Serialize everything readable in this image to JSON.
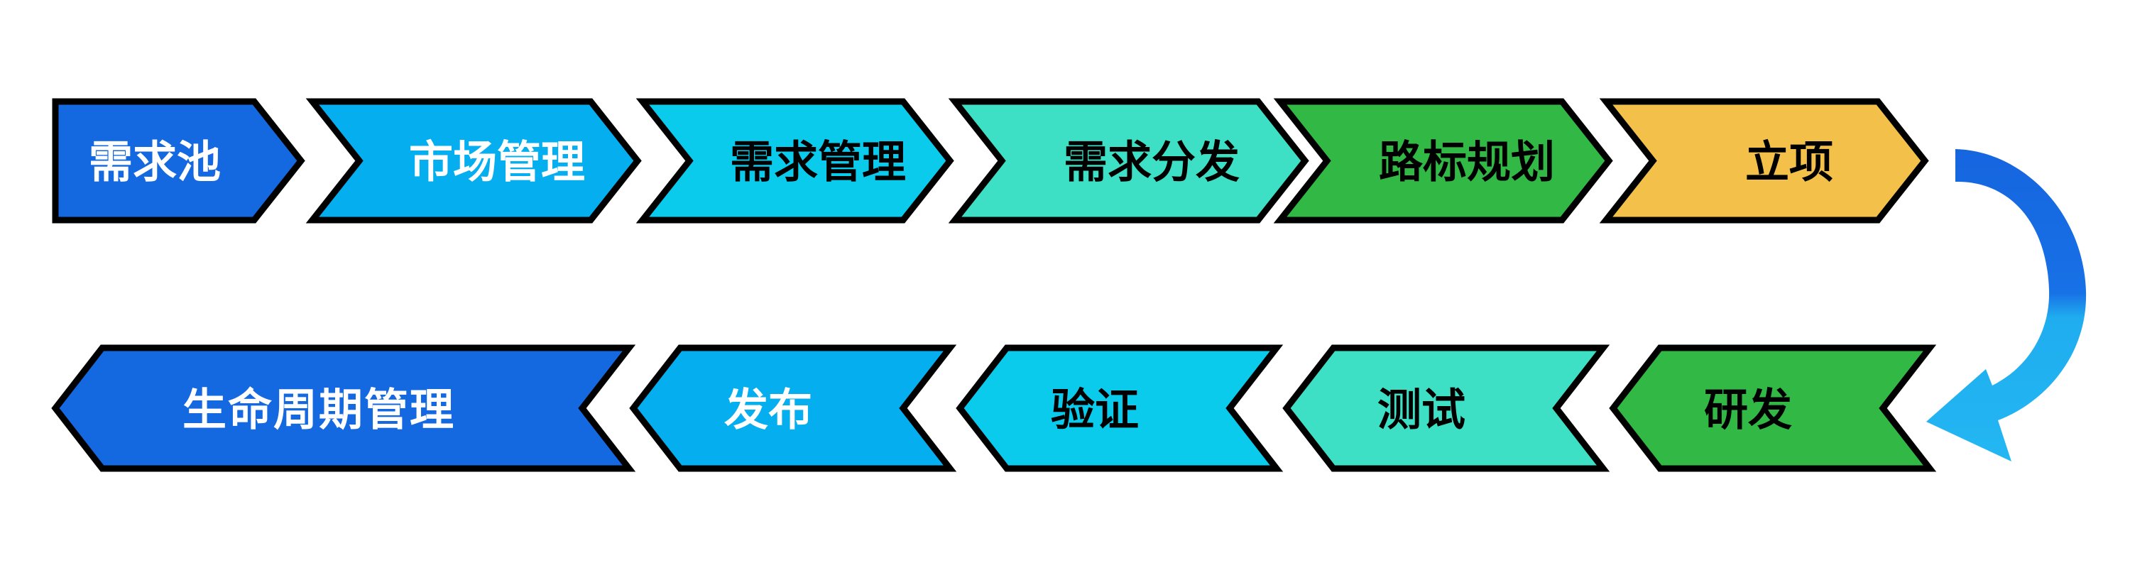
{
  "diagram": {
    "kind": "process-flow-chevrons",
    "outline_color": "#000000",
    "background_color": "#ffffff"
  },
  "top_row": [
    {
      "label": "需求池",
      "color": "#1468E0",
      "text_color": "#ffffff"
    },
    {
      "label": "市场管理",
      "color": "#04AEEF",
      "text_color": "#ffffff"
    },
    {
      "label": "需求管理",
      "color": "#0ACBEC",
      "text_color": "#000000"
    },
    {
      "label": "需求分发",
      "color": "#3EE0C5",
      "text_color": "#000000"
    },
    {
      "label": "路标规划",
      "color": "#31B845",
      "text_color": "#000000"
    },
    {
      "label": "立项",
      "color": "#F3C04A",
      "text_color": "#000000"
    }
  ],
  "bottom_row": [
    {
      "label": "生命周期管理",
      "color": "#1468E0",
      "text_color": "#ffffff"
    },
    {
      "label": "发布",
      "color": "#04AEEF",
      "text_color": "#ffffff"
    },
    {
      "label": "验证",
      "color": "#0ACBEC",
      "text_color": "#000000"
    },
    {
      "label": "测试",
      "color": "#3EE0C5",
      "text_color": "#000000"
    },
    {
      "label": "研发",
      "color": "#31B845",
      "text_color": "#000000"
    }
  ],
  "connector": {
    "name": "curved-loop-arrow",
    "direction": "from top-right stage down to bottom-right stage, arrowhead pointing left",
    "color_top": "#1565DF",
    "color_mid_top": "#1871E6",
    "color_mid_bottom": "#1FADEF",
    "color_bottom": "#23B7F3"
  }
}
